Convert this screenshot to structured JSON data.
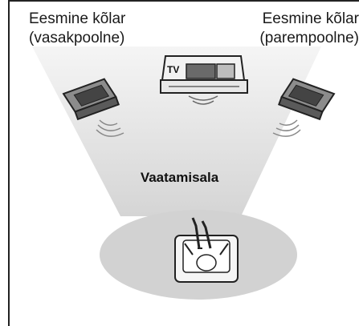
{
  "labels": {
    "front_left_line1": "Eesmine kõlar",
    "front_left_line2": "(vasakpoolne)",
    "front_right_line1": "Eesmine kõlar",
    "front_right_line2": "(parempoolne)",
    "tv": "TV",
    "viewing_area": "Vaatamisala"
  },
  "colors": {
    "beam": "#dcdcdc",
    "floor_ellipse": "#d3d3d3",
    "speaker_body": "#8c8c8c",
    "speaker_face": "#5a5a5a",
    "outline": "#222222"
  }
}
